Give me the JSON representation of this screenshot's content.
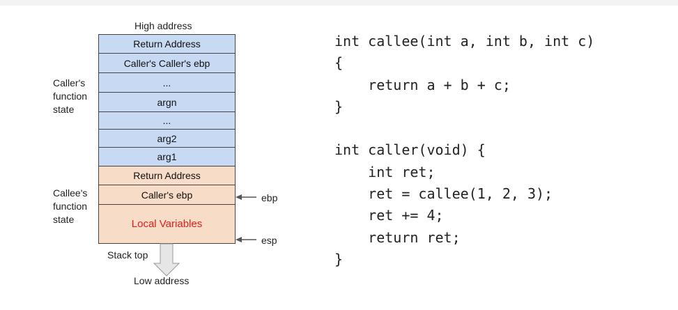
{
  "labels": {
    "high_address": "High address",
    "low_address": "Low address",
    "stack_top": "Stack top",
    "ebp": "ebp",
    "esp": "esp"
  },
  "groups": {
    "caller_state": "Caller's\nfunction\nstate",
    "callee_state": "Callee's\nfunction\nstate"
  },
  "stack_cells": [
    {
      "label": "Return Address",
      "section": "caller"
    },
    {
      "label": "Caller's Caller's ebp",
      "section": "caller"
    },
    {
      "label": "...",
      "section": "caller"
    },
    {
      "label": "argn",
      "section": "caller"
    },
    {
      "label": "...",
      "section": "caller"
    },
    {
      "label": "arg2",
      "section": "caller"
    },
    {
      "label": "arg1",
      "section": "caller"
    },
    {
      "label": "Return Address",
      "section": "callee"
    },
    {
      "label": "Caller's ebp",
      "section": "callee"
    },
    {
      "label": "Local Variables",
      "section": "callee"
    }
  ],
  "code_lines": [
    "int callee(int a, int b, int c)",
    "{",
    "    return a + b + c;",
    "}",
    "",
    "int caller(void) {",
    "    int ret;",
    "    ret = callee(1, 2, 3);",
    "    ret += 4;",
    "    return ret;",
    "}"
  ],
  "colors": {
    "caller_fill": "#c7d9f3",
    "callee_fill": "#f7dcc7",
    "local_text": "#e0201b"
  }
}
